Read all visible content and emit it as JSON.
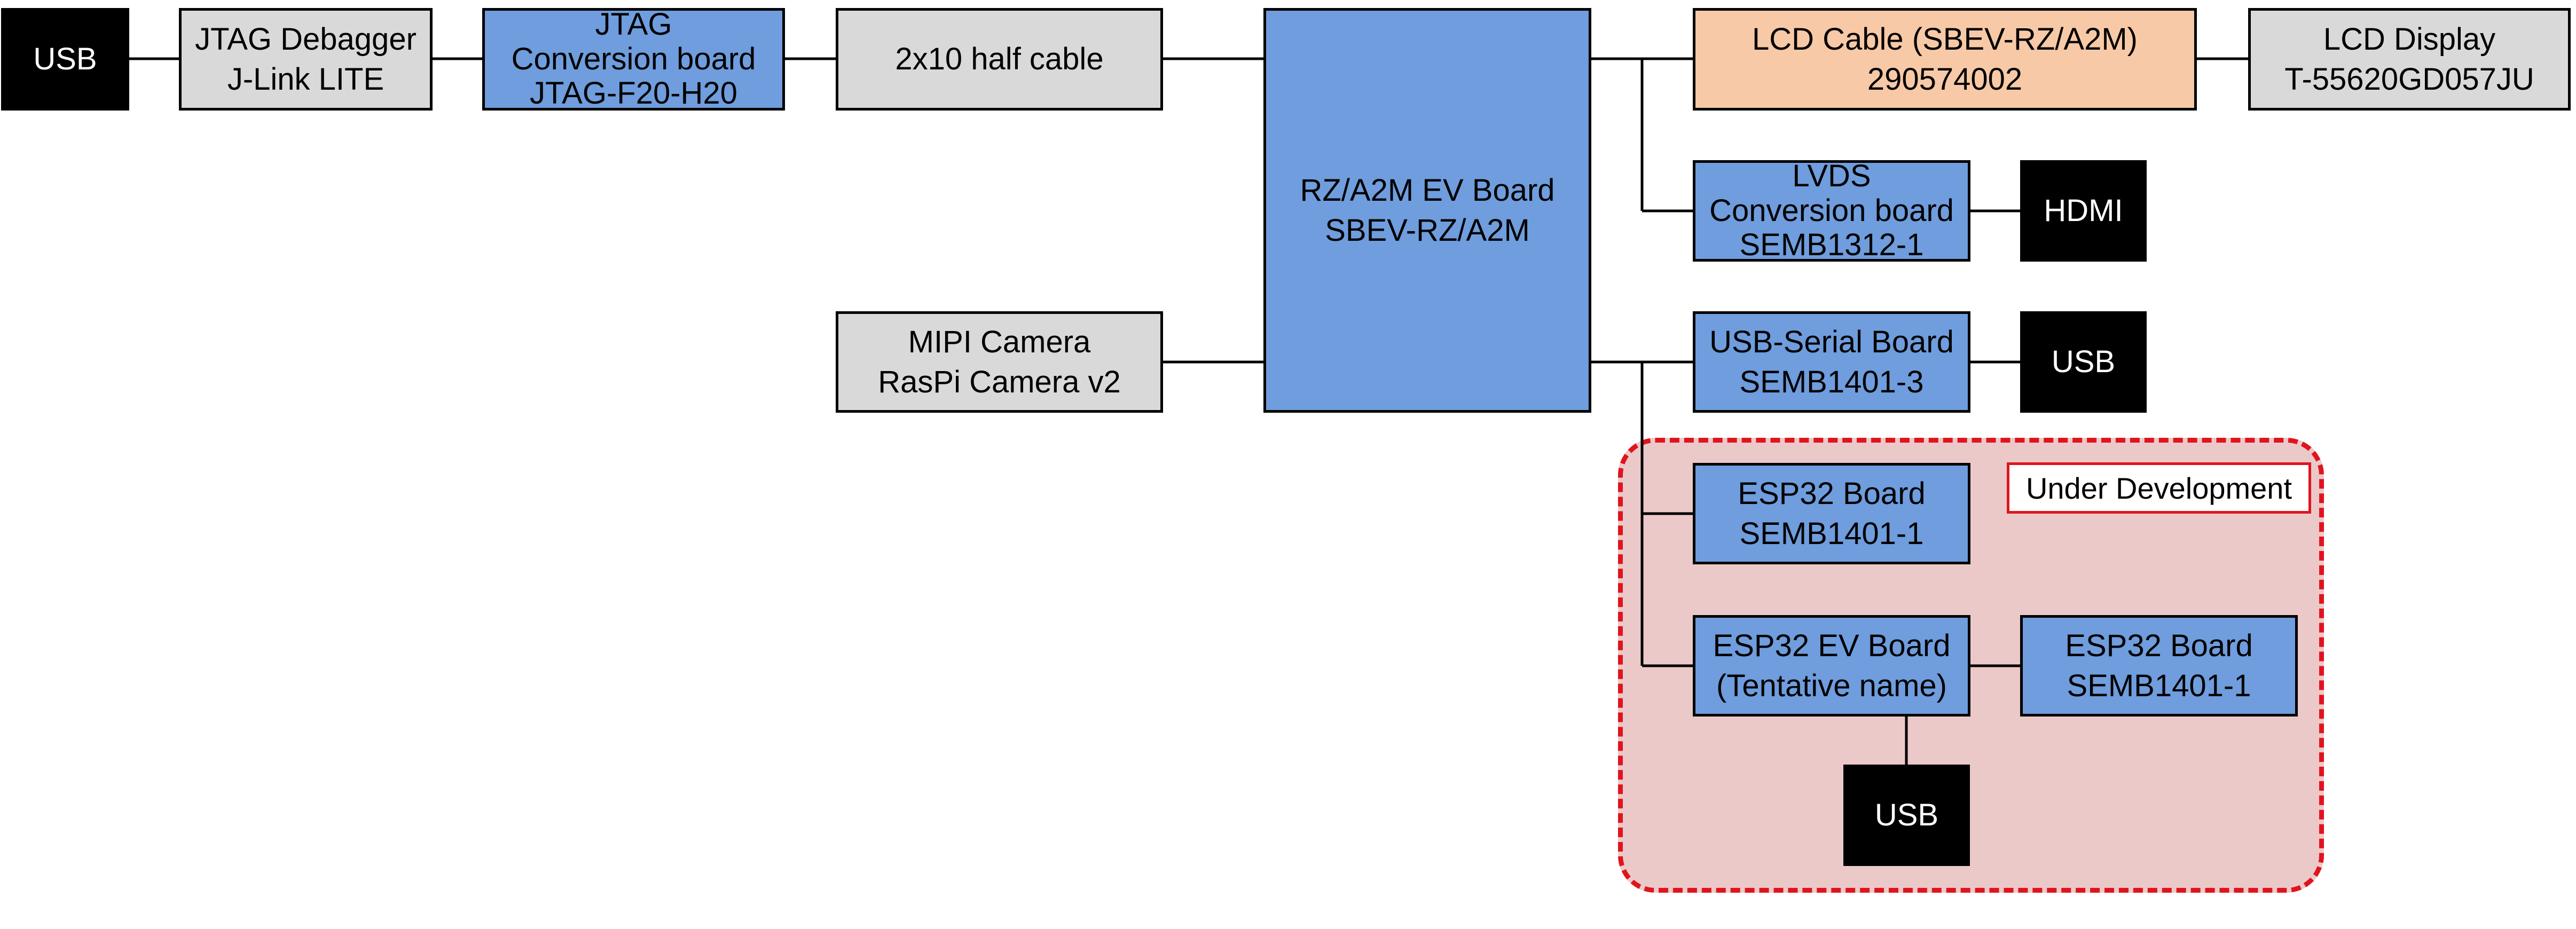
{
  "diagram": {
    "region_label": "Under Development",
    "colors": {
      "gray": "#d9d9d9",
      "blue": "#6f9ddd",
      "black": "#000000",
      "peach": "#f7c9a6",
      "region_fill": "#ecc9c9",
      "region_border": "#e0141e"
    },
    "nodes": {
      "usb_host": {
        "lines": [
          "USB"
        ]
      },
      "jtag_debugger": {
        "lines": [
          "JTAG Debagger",
          "J-Link LITE"
        ]
      },
      "jtag_conversion": {
        "lines": [
          "JTAG",
          "Conversion board",
          "JTAG-F20-H20"
        ]
      },
      "half_cable": {
        "lines": [
          "2x10 half cable"
        ]
      },
      "rz_board": {
        "lines": [
          "RZ/A2M EV Board",
          "SBEV-RZ/A2M"
        ]
      },
      "mipi_camera": {
        "lines": [
          "MIPI Camera",
          "RasPi Camera v2"
        ]
      },
      "lcd_cable": {
        "lines": [
          "LCD Cable (SBEV-RZ/A2M)",
          "290574002"
        ]
      },
      "lcd_display": {
        "lines": [
          "LCD Display",
          "T-55620GD057JU"
        ]
      },
      "lvds_board": {
        "lines": [
          "LVDS",
          "Conversion board",
          "SEMB1312-1"
        ]
      },
      "hdmi": {
        "lines": [
          "HDMI"
        ]
      },
      "usb_serial": {
        "lines": [
          "USB-Serial Board",
          "SEMB1401-3"
        ]
      },
      "usb_serial_port": {
        "lines": [
          "USB"
        ]
      },
      "esp32_board_a": {
        "lines": [
          "ESP32 Board",
          "SEMB1401-1"
        ]
      },
      "esp32_ev_board": {
        "lines": [
          "ESP32 EV Board",
          "(Tentative name)"
        ]
      },
      "esp32_board_b": {
        "lines": [
          "ESP32 Board",
          "SEMB1401-1"
        ]
      },
      "esp32_usb": {
        "lines": [
          "USB"
        ]
      }
    }
  }
}
